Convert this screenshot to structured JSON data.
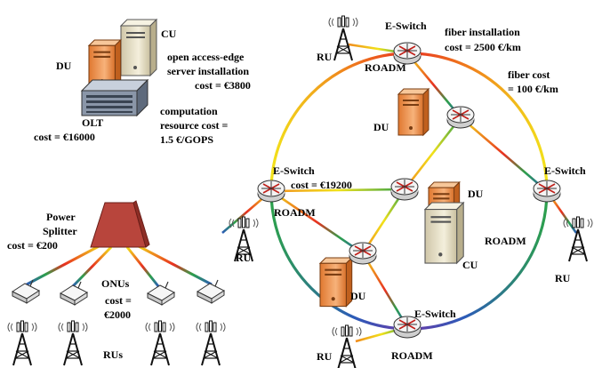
{
  "labels": {
    "du": "DU",
    "cu": "CU",
    "olt": "OLT",
    "olt_cost": "cost = €16000",
    "server_install_1": "open access-edge",
    "server_install_2": "server installation",
    "server_install_3": "cost = €3800",
    "comp_1": "computation",
    "comp_2": "resource cost =",
    "comp_3": "1.5 €/GOPS",
    "splitter_1": "Power",
    "splitter_2": "Splitter",
    "splitter_cost": "cost = €200",
    "onus": "ONUs",
    "onu_cost_1": "cost =",
    "onu_cost_2": "€2000",
    "rus": "RUs",
    "ru": "RU",
    "eswitch": "E-Switch",
    "eswitch_right": "E-Switch",
    "eswitch_cost": "cost = €19200",
    "roadm": "ROADM",
    "fiber_install_1": "fiber installation",
    "fiber_install_2": "cost = 2500 €/km",
    "fiber_cost_1": "fiber cost",
    "fiber_cost_2": "= 100 €/km"
  },
  "colors": {
    "splitter": "#b8453c",
    "server_orange": "#f0a060",
    "server_beige": "#ece4cc",
    "olt_gray": "#8a96a8",
    "ring_red": "#e83020",
    "ring_orange": "#f08a1c",
    "ring_yellow": "#f2e21a",
    "ring_green": "#2ca04c",
    "ring_blue": "#2c5bb8",
    "ring_purple": "#6a3aa8",
    "router": "#f4f4f4"
  },
  "icons": [
    "server-icon",
    "olt-rack-icon",
    "power-splitter-icon",
    "onu-icon",
    "antenna-tower-icon",
    "router-icon"
  ]
}
